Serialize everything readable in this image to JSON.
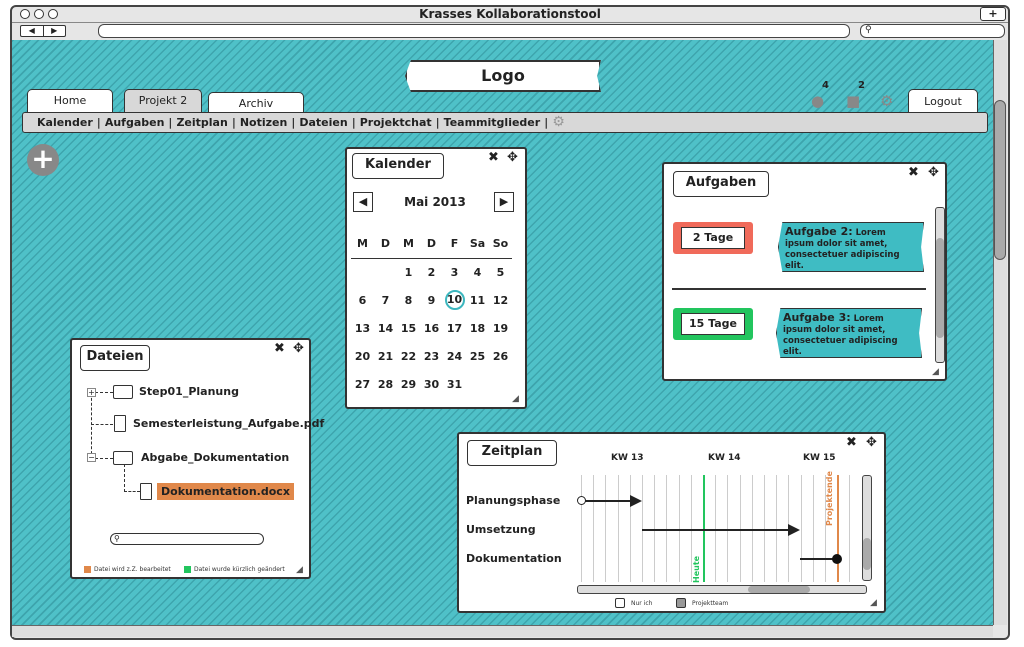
{
  "window": {
    "title": "Krasses Kollaborationstool",
    "plus": "+",
    "back": "◀",
    "forward": "▶",
    "search_icon": "⚲"
  },
  "header": {
    "logo": "Logo",
    "tabs": [
      {
        "label": "Home"
      },
      {
        "label": "Projekt 2",
        "active": true
      },
      {
        "label": "Archiv"
      }
    ],
    "alerts_count": "4",
    "messages_count": "2",
    "logout": "Logout"
  },
  "menu": {
    "items": [
      "Kalender",
      "Aufgaben",
      "Zeitplan",
      "Notizen",
      "Dateien",
      "Projektchat",
      "Teammitglieder"
    ],
    "separator": "|"
  },
  "add_button": "+",
  "calendar": {
    "title": "Kalender",
    "month": "Mai 2013",
    "prev": "◀",
    "next": "▶",
    "weekdays": [
      "M",
      "D",
      "M",
      "D",
      "F",
      "Sa",
      "So"
    ],
    "first_weekday_index": 2,
    "days_in_month": 31,
    "today": 10
  },
  "tasks": {
    "title": "Aufgaben",
    "items": [
      {
        "due": "2 Tage",
        "color": "#f06a5a",
        "name": "Aufgabe 2:",
        "text": "Lorem ipsum dolor sit amet, consectetuer adipiscing elit."
      },
      {
        "due": "15 Tage",
        "color": "#22c55e",
        "name": "Aufgabe 3:",
        "text": "Lorem ipsum dolor sit amet, consectetuer adipiscing elit."
      }
    ]
  },
  "files": {
    "title": "Dateien",
    "tree": [
      "Step01_Planung",
      "Semesterleistung_Aufgabe.pdf",
      "Abgabe_Dokumentation",
      "Dokumentation.docx"
    ],
    "search_placeholder": "",
    "legend": [
      {
        "label": "Datei wird z.Z. bearbeitet",
        "color": "#e0884a"
      },
      {
        "label": "Datei wurde kürzlich geändert",
        "color": "#22c55e"
      }
    ]
  },
  "schedule": {
    "title": "Zeitplan",
    "weeks": [
      "KW 13",
      "KW 14",
      "KW 15"
    ],
    "rows": [
      "Planungsphase",
      "Umsetzung",
      "Dokumentation"
    ],
    "today_label": "Heute",
    "end_label": "Projektende",
    "filters": [
      "Nur ich",
      "Projektteam"
    ]
  },
  "colors": {
    "background": "#4fc1c8",
    "today_line": "#22c55e",
    "end_line": "#e0884a"
  }
}
